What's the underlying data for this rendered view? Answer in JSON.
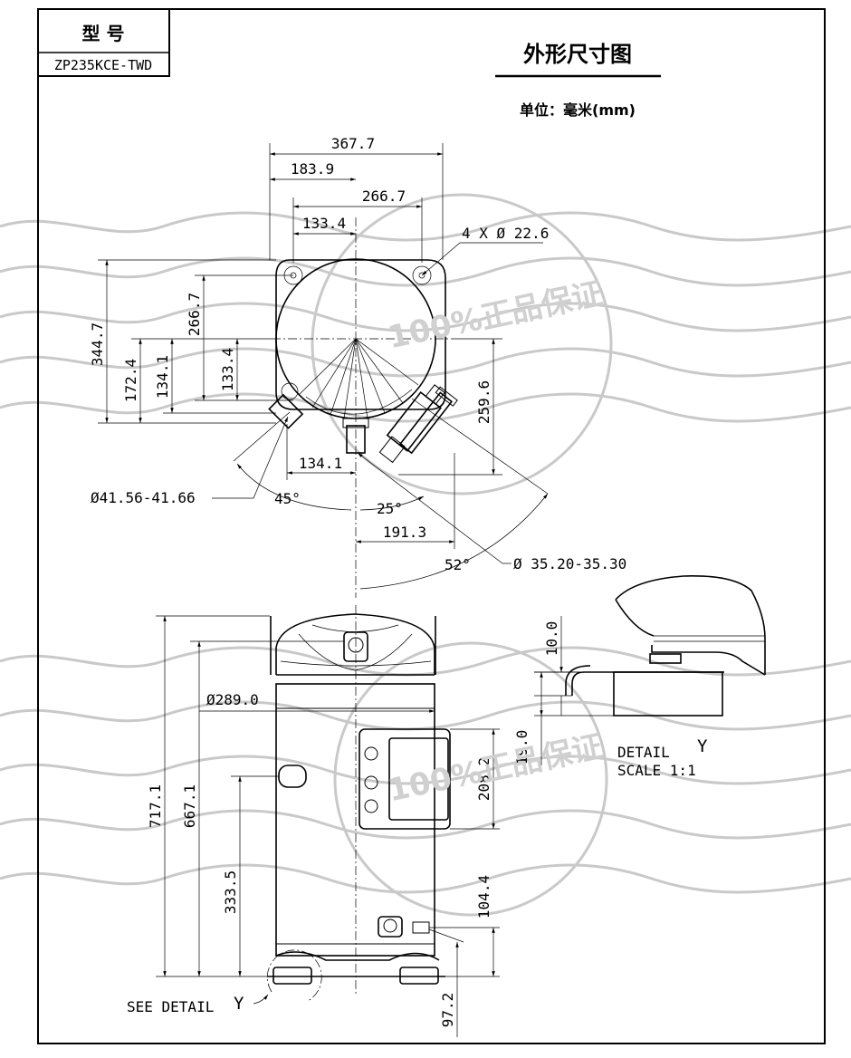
{
  "header": {
    "model_label": "型  号",
    "model_value": "ZP235KCE-TWD",
    "title": "外形尺寸图",
    "unit": "单位：毫米(mm)"
  },
  "top_view": {
    "d_367_7": "367.7",
    "d_183_9": "183.9",
    "d_266_7": "266.7",
    "d_133_4": "133.4",
    "holes": "4 X Ø 22.6",
    "v_344_7": "344.7",
    "v_266_7": "266.7",
    "v_172_4": "172.4",
    "v_134_1": "134.1",
    "v_133_4": "133.4",
    "v_259_6": "259.6",
    "h_134_1": "134.1",
    "h_191_3": "191.3",
    "suction_dia": "Ø41.56-41.66",
    "discharge_dia": "Ø 35.20-35.30",
    "angle_45": "45°",
    "angle_25": "25°",
    "angle_52": "52°"
  },
  "side_view": {
    "v_717_1": "717.1",
    "v_667_1": "667.1",
    "dia_289": "Ø289.0",
    "v_333_5": "333.5",
    "v_208_2": "208.2",
    "v_104_4": "104.4",
    "v_97_2": "97.2",
    "see_detail": "SEE DETAIL",
    "see_detail_letter": "Y"
  },
  "detail": {
    "v_10_0": "10.0",
    "v_19_0": "19.0",
    "label": "DETAIL",
    "letter": "Y",
    "scale": "SCALE  1:1"
  }
}
